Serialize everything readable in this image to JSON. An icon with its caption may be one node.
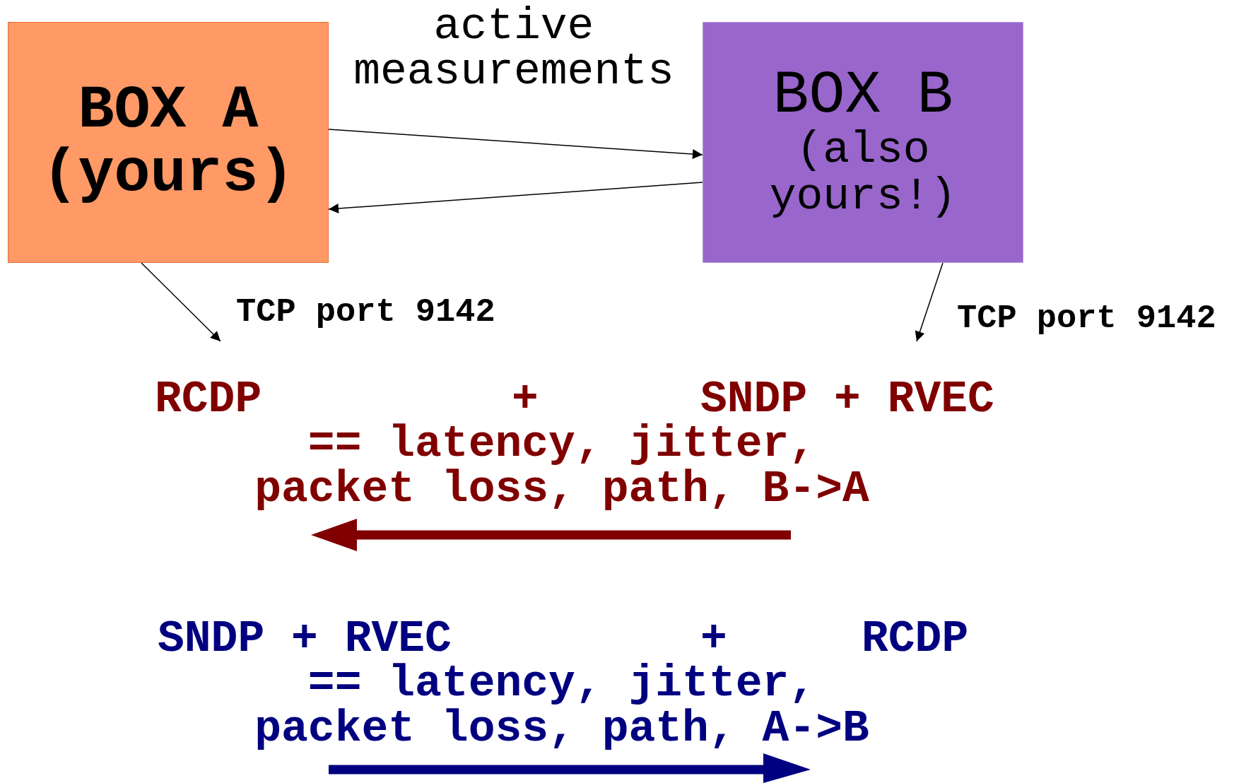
{
  "diagram": {
    "nodes": [
      {
        "text": [
          "BOX A (yours)"
        ]
      },
      {
        "text": [
          "BOX B",
          "(also yours!)"
        ]
      }
    ],
    "edges": [
      {
        "from": 0,
        "to": 1,
        "arrow": "to"
      },
      {
        "from": 1,
        "to": 0,
        "arrow": "to"
      },
      {
        "from": 0,
        "to": null,
        "arrow": "to",
        "label": "TCP port 9142"
      },
      {
        "from": 1,
        "to": null,
        "arrow": "to",
        "label": "TCP port 9142"
      }
    ],
    "labels": [
      "active measurements",
      "RCDP",
      "+",
      "SNDP + RVEC",
      "== latency, jitter, packet loss, path, B->A",
      "SNDP + RVEC",
      "+",
      "RCDP",
      "== latency, jitter, packet loss, path, A->B"
    ]
  }
}
